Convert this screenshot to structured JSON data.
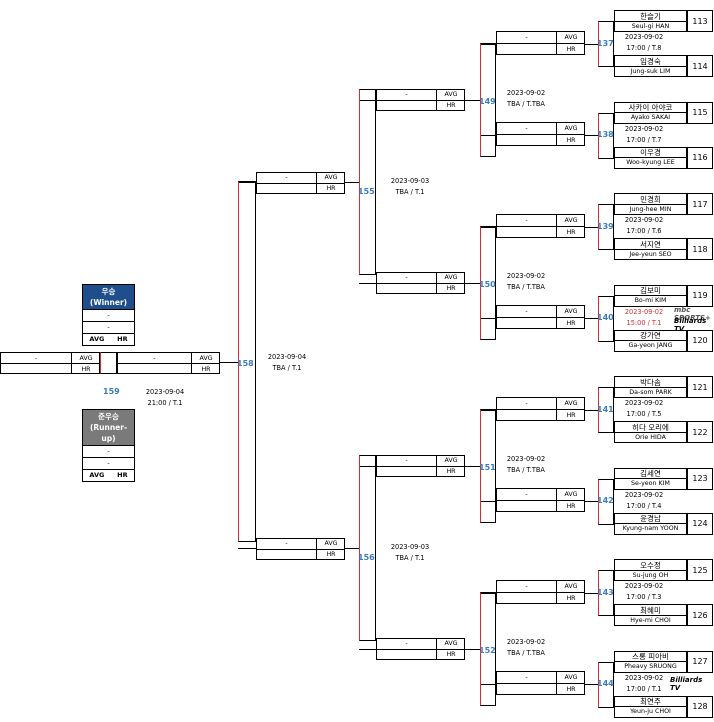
{
  "players": [
    {
      "ko": "한슬기",
      "en": "Seul-gi HAN",
      "seed": "113"
    },
    {
      "ko": "임경숙",
      "en": "Jung-suk LIM",
      "seed": "114"
    },
    {
      "ko": "사카이 아야코",
      "en": "Ayako SAKAI",
      "seed": "115"
    },
    {
      "ko": "이우경",
      "en": "Woo-kyung LEE",
      "seed": "116"
    },
    {
      "ko": "민경희",
      "en": "Jung-hee MIN",
      "seed": "117"
    },
    {
      "ko": "서지연",
      "en": "Jee-yeun SEO",
      "seed": "118"
    },
    {
      "ko": "김보미",
      "en": "Bo-mi KIM",
      "seed": "119"
    },
    {
      "ko": "강가연",
      "en": "Ga-yeon JANG",
      "seed": "120"
    },
    {
      "ko": "박다솜",
      "en": "Da-som PARK",
      "seed": "121"
    },
    {
      "ko": "히다 오리에",
      "en": "Orie HIDA",
      "seed": "122"
    },
    {
      "ko": "김세연",
      "en": "Se-yeon KIM",
      "seed": "123"
    },
    {
      "ko": "윤경남",
      "en": "Kyung-nam YOON",
      "seed": "124"
    },
    {
      "ko": "오수정",
      "en": "Su-jung OH",
      "seed": "125"
    },
    {
      "ko": "최혜미",
      "en": "Hye-mi CHOI",
      "seed": "126"
    },
    {
      "ko": "스롱 피아비",
      "en": "Pheavy SRUONG",
      "seed": "127"
    },
    {
      "ko": "최연주",
      "en": "Yeun-ju CHOI",
      "seed": "128"
    }
  ],
  "r1": [
    {
      "no": "137",
      "date": "2023-09-02",
      "time": "17:00 / T.8",
      "highlight": false
    },
    {
      "no": "138",
      "date": "2023-09-02",
      "time": "17:00 / T.7",
      "highlight": false
    },
    {
      "no": "139",
      "date": "2023-09-02",
      "time": "17:00 / T.6",
      "highlight": false
    },
    {
      "no": "140",
      "date": "2023-09-02",
      "time": "15:00 / T.1",
      "highlight": true
    },
    {
      "no": "141",
      "date": "2023-09-02",
      "time": "17:00 / T.5",
      "highlight": false
    },
    {
      "no": "142",
      "date": "2023-09-02",
      "time": "17:00 / T.4",
      "highlight": false
    },
    {
      "no": "143",
      "date": "2023-09-02",
      "time": "17:00 / T.3",
      "highlight": false
    },
    {
      "no": "144",
      "date": "2023-09-02",
      "time": "17:00 / T.1",
      "highlight": false
    }
  ],
  "r2": [
    {
      "no": "149",
      "date": "2023-09-02",
      "time": "TBA / T.TBA"
    },
    {
      "no": "150",
      "date": "2023-09-02",
      "time": "TBA / T.TBA"
    },
    {
      "no": "151",
      "date": "2023-09-02",
      "time": "TBA / T.TBA"
    },
    {
      "no": "152",
      "date": "2023-09-02",
      "time": "TBA / T.TBA"
    }
  ],
  "r3": [
    {
      "no": "155",
      "date": "2023-09-03",
      "time": "TBA / T.1"
    },
    {
      "no": "156",
      "date": "2023-09-03",
      "time": "TBA / T.1"
    }
  ],
  "semi": {
    "no": "158",
    "date": "2023-09-04",
    "time": "TBA / T.1"
  },
  "final": {
    "no": "159",
    "date": "2023-09-04",
    "time": "21:00 / T.1"
  },
  "slot": {
    "name": "-",
    "avg": "AVG",
    "hr": "HR"
  },
  "winner": {
    "ko": "우승",
    "en": "(Winner)",
    "line1": "-",
    "line2": "-",
    "avg": "AVG",
    "hr": "HR",
    "color": "#1f4e8c"
  },
  "runner": {
    "ko": "준우승",
    "en": "(Runner-up)",
    "line1": "-",
    "line2": "-",
    "avg": "AVG",
    "hr": "HR",
    "color": "#7a7a7a"
  },
  "logos": {
    "mbc": "mbc SPORTS+",
    "billiards": "Billiards TV"
  },
  "colors": {
    "accent": "#3b7bbf",
    "highlight": "#d32f2f"
  }
}
